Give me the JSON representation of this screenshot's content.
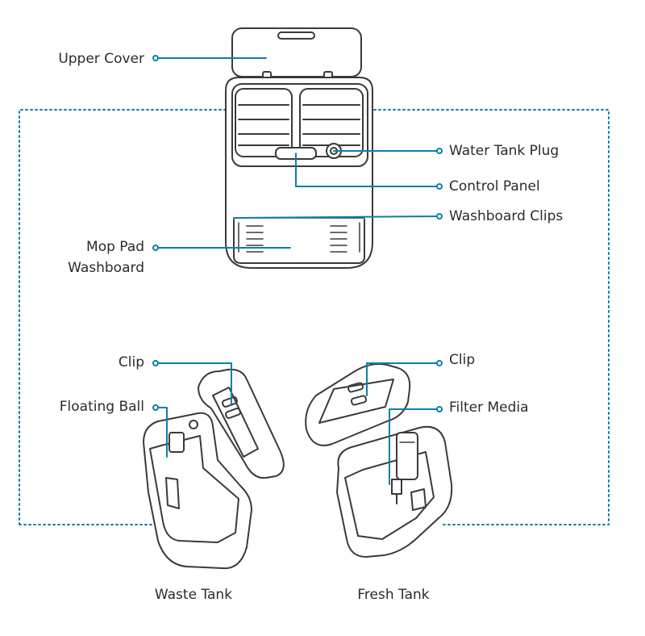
{
  "callouts": {
    "upper_cover": "Upper Cover",
    "water_tank_plug": "Water Tank Plug",
    "control_panel": "Control Panel",
    "washboard_clips": "Washboard Clips",
    "mop_pad_washboard_line1": "Mop Pad",
    "mop_pad_washboard_line2": "Washboard",
    "clip_left": "Clip",
    "floating_ball": "Floating Ball",
    "clip_right": "Clip",
    "filter_media": "Filter Media"
  },
  "captions": {
    "waste_tank": "Waste Tank",
    "fresh_tank": "Fresh Tank"
  },
  "colors": {
    "accent": "#0a7fa8",
    "outline": "#3a3a3a"
  }
}
